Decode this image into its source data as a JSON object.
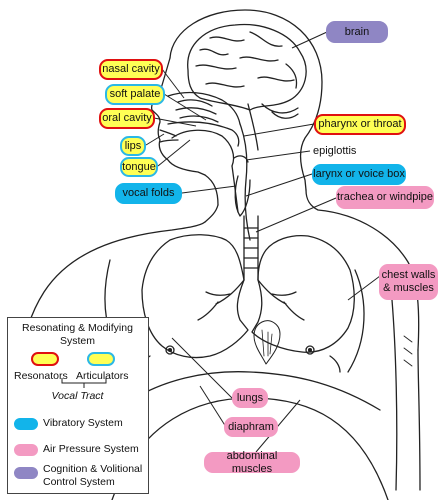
{
  "labels": {
    "brain": "brain",
    "nasal_cavity": "nasal cavity",
    "soft_palate": "soft palate",
    "oral_cavity": "oral cavity",
    "lips": "lips",
    "tongue": "tongue",
    "vocal_folds": "vocal folds",
    "pharynx": "pharynx or throat",
    "epiglottis": "epiglottis",
    "larynx": "larynx or voice box",
    "trachea": "trachea or windpipe",
    "chest_walls": "chest walls & muscles",
    "lungs": "lungs",
    "diaphram": "diaphram",
    "abdominal": "abdominal muscles"
  },
  "legend": {
    "resonating_title": "Resonating & Modifying System",
    "resonators": "Resonators",
    "articulators": "Articulators",
    "vocal_tract": "Vocal Tract",
    "vibratory": "Vibratory System",
    "air_pressure": "Air Pressure System",
    "cognition": "Cognition & Volitional Control System"
  },
  "colors": {
    "resonator_fill": "#ffff55",
    "resonator_border": "#e01010",
    "articulator_border": "#2bb8e6",
    "vibratory": "#12b4ea",
    "air_pressure": "#f39ac2",
    "cognition": "#8f86c4"
  }
}
